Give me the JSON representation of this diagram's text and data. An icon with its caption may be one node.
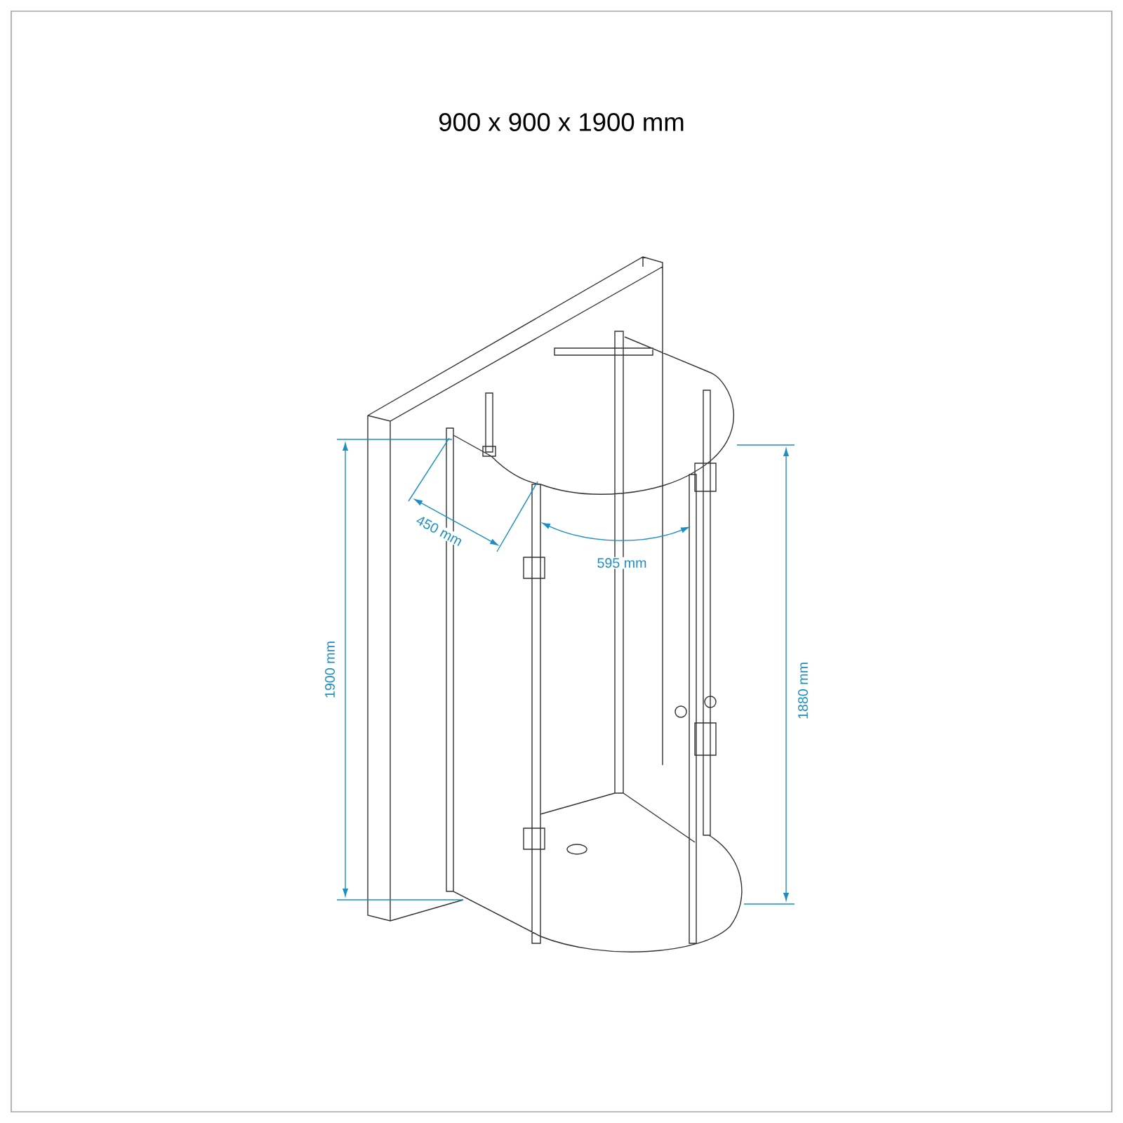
{
  "diagram": {
    "title": "900 x 900 x 1900 mm",
    "labels": [
      "450 mm",
      "595 mm",
      "1900 mm",
      "1880 mm"
    ]
  }
}
